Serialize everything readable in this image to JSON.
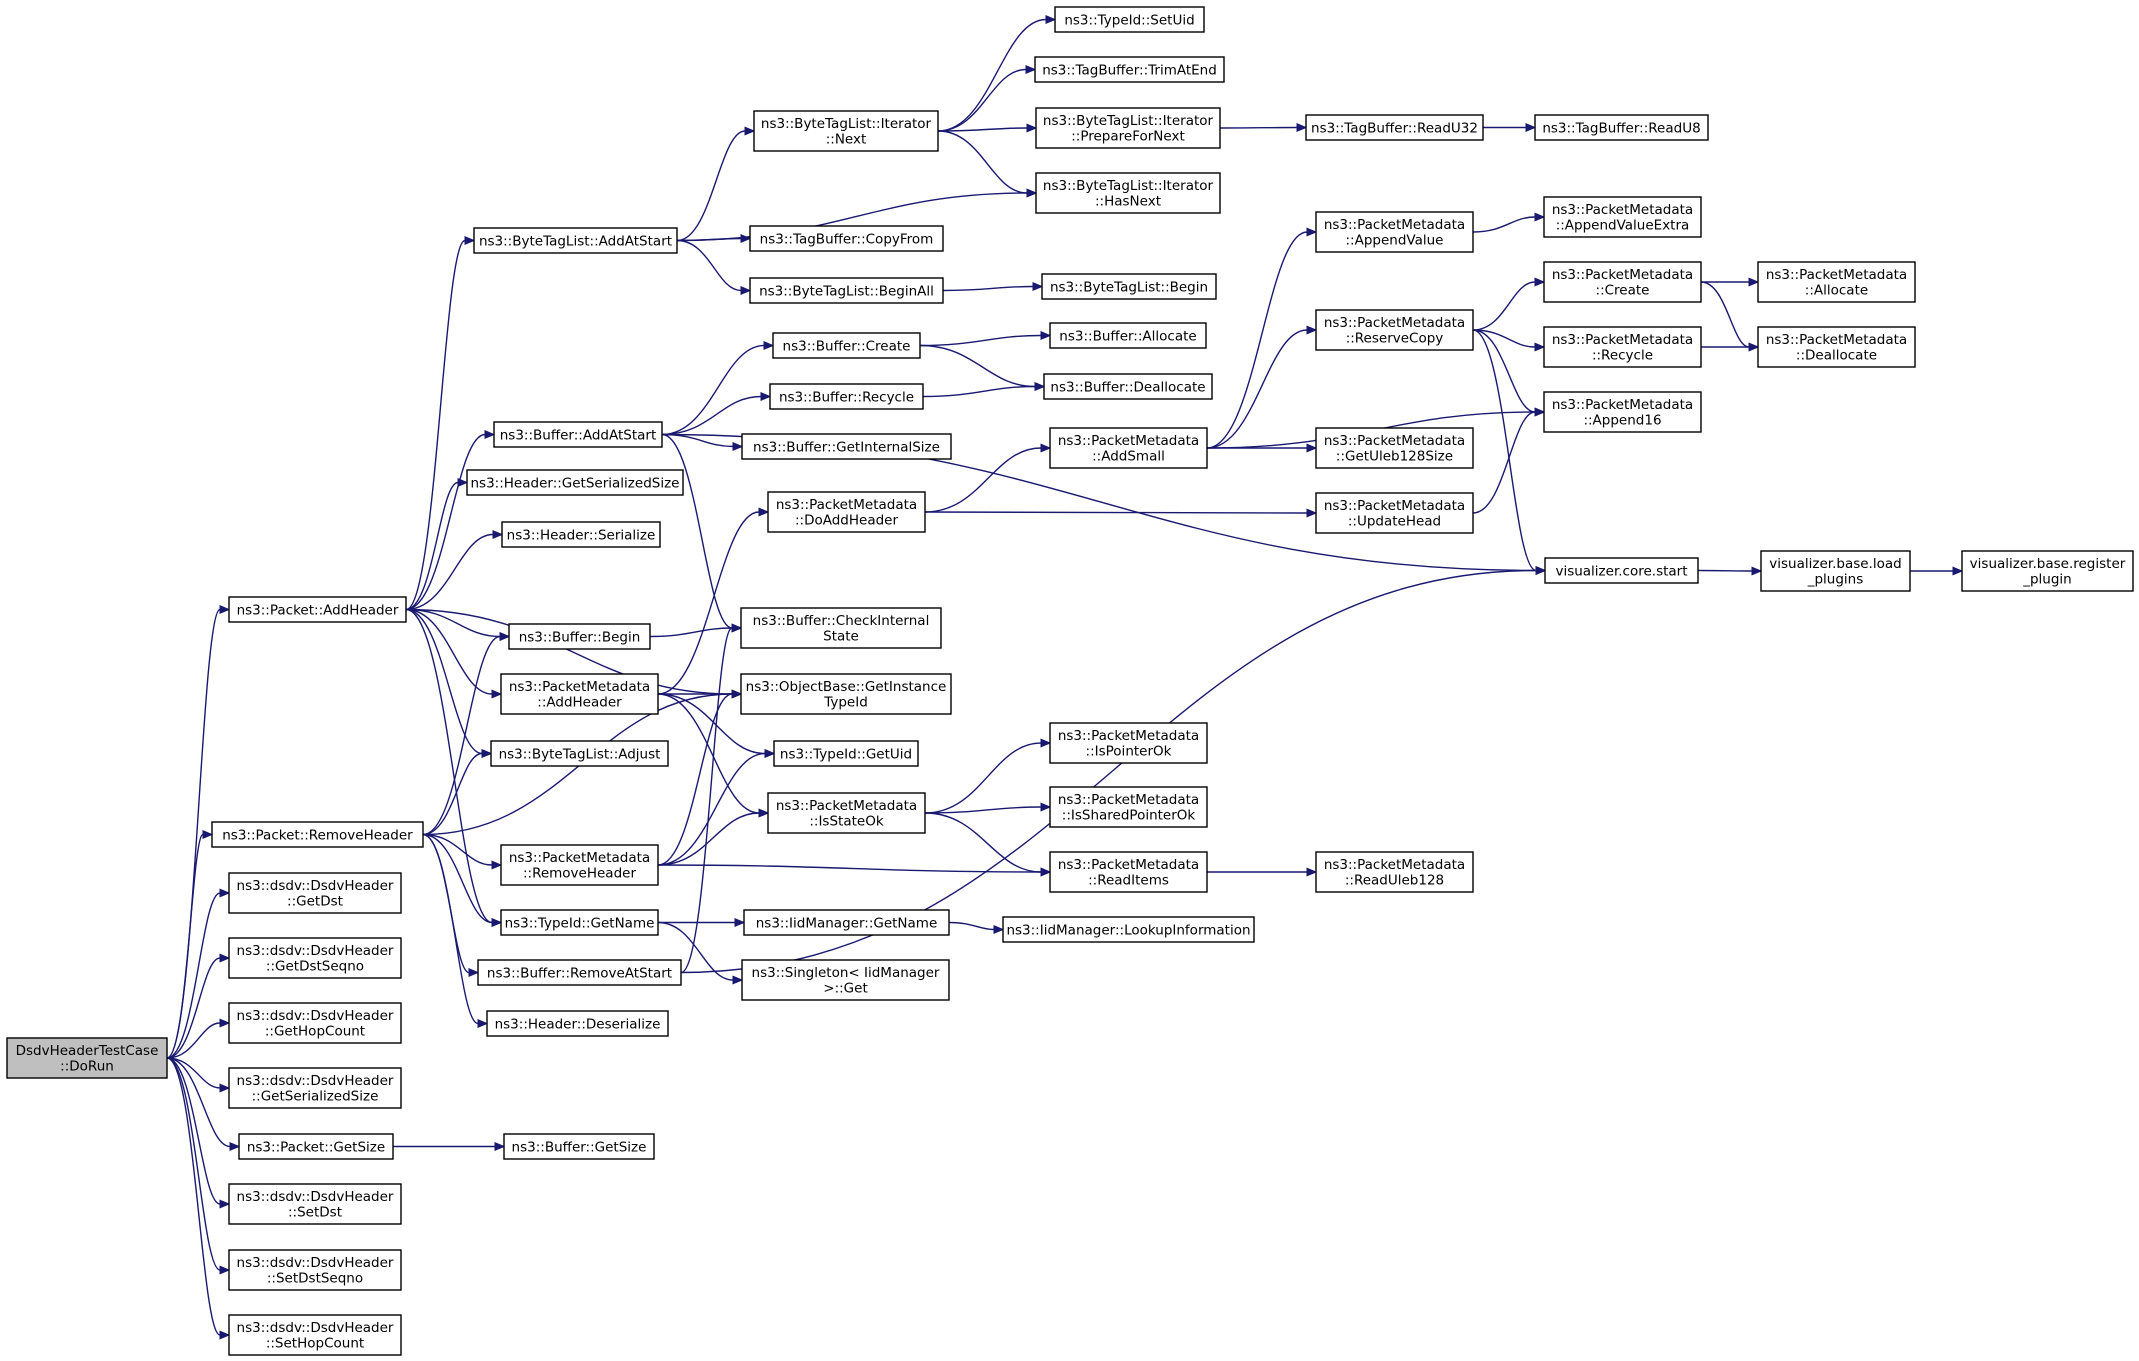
{
  "nodes": [
    {
      "id": "dorun",
      "lines": [
        "DsdvHeaderTestCase",
        "::DoRun"
      ],
      "root": true
    },
    {
      "id": "pkt_addheader",
      "lines": [
        "ns3::Packet::AddHeader"
      ]
    },
    {
      "id": "pkt_removeheader",
      "lines": [
        "ns3::Packet::RemoveHeader"
      ]
    },
    {
      "id": "getdst",
      "lines": [
        "ns3::dsdv::DsdvHeader",
        "::GetDst"
      ]
    },
    {
      "id": "getdstseqno",
      "lines": [
        "ns3::dsdv::DsdvHeader",
        "::GetDstSeqno"
      ]
    },
    {
      "id": "gethopcount",
      "lines": [
        "ns3::dsdv::DsdvHeader",
        "::GetHopCount"
      ]
    },
    {
      "id": "getserializedsize",
      "lines": [
        "ns3::dsdv::DsdvHeader",
        "::GetSerializedSize"
      ]
    },
    {
      "id": "pkt_getsize",
      "lines": [
        "ns3::Packet::GetSize"
      ]
    },
    {
      "id": "setdst",
      "lines": [
        "ns3::dsdv::DsdvHeader",
        "::SetDst"
      ]
    },
    {
      "id": "setdstseqno",
      "lines": [
        "ns3::dsdv::DsdvHeader",
        "::SetDstSeqno"
      ]
    },
    {
      "id": "sethopcount",
      "lines": [
        "ns3::dsdv::DsdvHeader",
        "::SetHopCount"
      ]
    },
    {
      "id": "btl_addatstart",
      "lines": [
        "ns3::ByteTagList::AddAtStart"
      ]
    },
    {
      "id": "buf_addatstart",
      "lines": [
        "ns3::Buffer::AddAtStart"
      ]
    },
    {
      "id": "hdr_getserializedsize",
      "lines": [
        "ns3::Header::GetSerializedSize"
      ]
    },
    {
      "id": "hdr_serialize",
      "lines": [
        "ns3::Header::Serialize"
      ]
    },
    {
      "id": "buf_begin",
      "lines": [
        "ns3::Buffer::Begin"
      ]
    },
    {
      "id": "pm_addheader",
      "lines": [
        "ns3::PacketMetadata",
        "::AddHeader"
      ]
    },
    {
      "id": "btl_adjust",
      "lines": [
        "ns3::ByteTagList::Adjust"
      ]
    },
    {
      "id": "pm_removeheader",
      "lines": [
        "ns3::PacketMetadata",
        "::RemoveHeader"
      ]
    },
    {
      "id": "typeid_getname",
      "lines": [
        "ns3::TypeId::GetName"
      ]
    },
    {
      "id": "buf_removeatstart",
      "lines": [
        "ns3::Buffer::RemoveAtStart"
      ]
    },
    {
      "id": "hdr_deserialize",
      "lines": [
        "ns3::Header::Deserialize"
      ]
    },
    {
      "id": "buf_getsize",
      "lines": [
        "ns3::Buffer::GetSize"
      ]
    },
    {
      "id": "btli_next",
      "lines": [
        "ns3::ByteTagList::Iterator",
        "::Next"
      ]
    },
    {
      "id": "tb_copyfrom",
      "lines": [
        "ns3::TagBuffer::CopyFrom"
      ]
    },
    {
      "id": "btl_beginall",
      "lines": [
        "ns3::ByteTagList::BeginAll"
      ]
    },
    {
      "id": "buf_create",
      "lines": [
        "ns3::Buffer::Create"
      ]
    },
    {
      "id": "buf_recycle",
      "lines": [
        "ns3::Buffer::Recycle"
      ]
    },
    {
      "id": "buf_getinternalsize",
      "lines": [
        "ns3::Buffer::GetInternalSize"
      ]
    },
    {
      "id": "pm_doaddheader",
      "lines": [
        "ns3::PacketMetadata",
        "::DoAddHeader"
      ]
    },
    {
      "id": "buf_checkinternalstate",
      "lines": [
        "ns3::Buffer::CheckInternal",
        "State"
      ]
    },
    {
      "id": "ob_getinstancetypeid",
      "lines": [
        "ns3::ObjectBase::GetInstance",
        "TypeId"
      ]
    },
    {
      "id": "typeid_getuid",
      "lines": [
        "ns3::TypeId::GetUid"
      ]
    },
    {
      "id": "pm_isstateok",
      "lines": [
        "ns3::PacketMetadata",
        "::IsStateOk"
      ]
    },
    {
      "id": "iid_getname",
      "lines": [
        "ns3::IidManager::GetName"
      ]
    },
    {
      "id": "singleton_get",
      "lines": [
        "ns3::Singleton< IidManager",
        ">::Get"
      ]
    },
    {
      "id": "typeid_setuid",
      "lines": [
        "ns3::TypeId::SetUid"
      ]
    },
    {
      "id": "tb_trimatend",
      "lines": [
        "ns3::TagBuffer::TrimAtEnd"
      ]
    },
    {
      "id": "btli_preparefornext",
      "lines": [
        "ns3::ByteTagList::Iterator",
        "::PrepareForNext"
      ]
    },
    {
      "id": "btli_hasnext",
      "lines": [
        "ns3::ByteTagList::Iterator",
        "::HasNext"
      ]
    },
    {
      "id": "btl_begin",
      "lines": [
        "ns3::ByteTagList::Begin"
      ]
    },
    {
      "id": "buf_allocate",
      "lines": [
        "ns3::Buffer::Allocate"
      ]
    },
    {
      "id": "buf_deallocate",
      "lines": [
        "ns3::Buffer::Deallocate"
      ]
    },
    {
      "id": "pm_addsmall",
      "lines": [
        "ns3::PacketMetadata",
        "::AddSmall"
      ]
    },
    {
      "id": "pm_ispointerok",
      "lines": [
        "ns3::PacketMetadata",
        "::IsPointerOk"
      ]
    },
    {
      "id": "pm_issharedpointerok",
      "lines": [
        "ns3::PacketMetadata",
        "::IsSharedPointerOk"
      ]
    },
    {
      "id": "pm_readitems",
      "lines": [
        "ns3::PacketMetadata",
        "::ReadItems"
      ]
    },
    {
      "id": "iid_lookupinformation",
      "lines": [
        "ns3::IidManager::LookupInformation"
      ]
    },
    {
      "id": "tb_readu32",
      "lines": [
        "ns3::TagBuffer::ReadU32"
      ]
    },
    {
      "id": "pm_appendvalue",
      "lines": [
        "ns3::PacketMetadata",
        "::AppendValue"
      ]
    },
    {
      "id": "pm_reservecopy",
      "lines": [
        "ns3::PacketMetadata",
        "::ReserveCopy"
      ]
    },
    {
      "id": "pm_getuleb128size",
      "lines": [
        "ns3::PacketMetadata",
        "::GetUleb128Size"
      ]
    },
    {
      "id": "pm_updatehead",
      "lines": [
        "ns3::PacketMetadata",
        "::UpdateHead"
      ]
    },
    {
      "id": "pm_readuleb128",
      "lines": [
        "ns3::PacketMetadata",
        "::ReadUleb128"
      ]
    },
    {
      "id": "tb_readu8",
      "lines": [
        "ns3::TagBuffer::ReadU8"
      ]
    },
    {
      "id": "pm_appendvalueextra",
      "lines": [
        "ns3::PacketMetadata",
        "::AppendValueExtra"
      ]
    },
    {
      "id": "pm_create",
      "lines": [
        "ns3::PacketMetadata",
        "::Create"
      ]
    },
    {
      "id": "pm_recycle",
      "lines": [
        "ns3::PacketMetadata",
        "::Recycle"
      ]
    },
    {
      "id": "pm_append16",
      "lines": [
        "ns3::PacketMetadata",
        "::Append16"
      ]
    },
    {
      "id": "vis_core_start",
      "lines": [
        "visualizer.core.start"
      ]
    },
    {
      "id": "pm_allocate",
      "lines": [
        "ns3::PacketMetadata",
        "::Allocate"
      ]
    },
    {
      "id": "pm_deallocate",
      "lines": [
        "ns3::PacketMetadata",
        "::Deallocate"
      ]
    },
    {
      "id": "vis_base_load_plugins",
      "lines": [
        "visualizer.base.load",
        "_plugins"
      ]
    },
    {
      "id": "vis_base_register_plugin",
      "lines": [
        "visualizer.base.register",
        "_plugin"
      ]
    }
  ],
  "edges": [
    [
      "dorun",
      "pkt_addheader"
    ],
    [
      "dorun",
      "pkt_removeheader"
    ],
    [
      "dorun",
      "getdst"
    ],
    [
      "dorun",
      "getdstseqno"
    ],
    [
      "dorun",
      "gethopcount"
    ],
    [
      "dorun",
      "getserializedsize"
    ],
    [
      "dorun",
      "pkt_getsize"
    ],
    [
      "dorun",
      "setdst"
    ],
    [
      "dorun",
      "setdstseqno"
    ],
    [
      "dorun",
      "sethopcount"
    ],
    [
      "pkt_addheader",
      "btl_addatstart"
    ],
    [
      "pkt_addheader",
      "buf_addatstart"
    ],
    [
      "pkt_addheader",
      "hdr_getserializedsize"
    ],
    [
      "pkt_addheader",
      "hdr_serialize"
    ],
    [
      "pkt_addheader",
      "buf_begin"
    ],
    [
      "pkt_addheader",
      "pm_addheader"
    ],
    [
      "pkt_addheader",
      "btl_adjust"
    ],
    [
      "pkt_addheader",
      "ob_getinstancetypeid"
    ],
    [
      "pkt_addheader",
      "typeid_getname"
    ],
    [
      "pkt_removeheader",
      "buf_begin"
    ],
    [
      "pkt_removeheader",
      "btl_adjust"
    ],
    [
      "pkt_removeheader",
      "ob_getinstancetypeid"
    ],
    [
      "pkt_removeheader",
      "pm_removeheader"
    ],
    [
      "pkt_removeheader",
      "typeid_getname"
    ],
    [
      "pkt_removeheader",
      "buf_removeatstart"
    ],
    [
      "pkt_removeheader",
      "hdr_deserialize"
    ],
    [
      "pkt_getsize",
      "buf_getsize"
    ],
    [
      "btl_addatstart",
      "btli_next"
    ],
    [
      "btl_addatstart",
      "btli_hasnext"
    ],
    [
      "btl_addatstart",
      "tb_copyfrom"
    ],
    [
      "btl_addatstart",
      "btl_beginall"
    ],
    [
      "buf_addatstart",
      "buf_create"
    ],
    [
      "buf_addatstart",
      "buf_recycle"
    ],
    [
      "buf_addatstart",
      "buf_getinternalsize"
    ],
    [
      "buf_addatstart",
      "buf_checkinternalstate"
    ],
    [
      "buf_addatstart",
      "vis_core_start"
    ],
    [
      "buf_begin",
      "buf_checkinternalstate"
    ],
    [
      "pm_addheader",
      "pm_doaddheader"
    ],
    [
      "pm_addheader",
      "ob_getinstancetypeid"
    ],
    [
      "pm_addheader",
      "typeid_getuid"
    ],
    [
      "pm_addheader",
      "pm_isstateok"
    ],
    [
      "pm_removeheader",
      "ob_getinstancetypeid"
    ],
    [
      "pm_removeheader",
      "typeid_getuid"
    ],
    [
      "pm_removeheader",
      "pm_isstateok"
    ],
    [
      "pm_removeheader",
      "pm_readitems"
    ],
    [
      "typeid_getname",
      "iid_getname"
    ],
    [
      "typeid_getname",
      "singleton_get"
    ],
    [
      "buf_removeatstart",
      "buf_checkinternalstate"
    ],
    [
      "buf_removeatstart",
      "vis_core_start"
    ],
    [
      "btli_next",
      "typeid_setuid"
    ],
    [
      "btli_next",
      "tb_trimatend"
    ],
    [
      "btli_next",
      "btli_preparefornext"
    ],
    [
      "btli_next",
      "btli_hasnext"
    ],
    [
      "btl_beginall",
      "btl_begin"
    ],
    [
      "buf_create",
      "buf_allocate"
    ],
    [
      "buf_create",
      "buf_deallocate"
    ],
    [
      "buf_recycle",
      "buf_deallocate"
    ],
    [
      "pm_doaddheader",
      "pm_addsmall"
    ],
    [
      "pm_doaddheader",
      "pm_updatehead"
    ],
    [
      "pm_isstateok",
      "pm_ispointerok"
    ],
    [
      "pm_isstateok",
      "pm_issharedpointerok"
    ],
    [
      "pm_isstateok",
      "pm_readitems"
    ],
    [
      "iid_getname",
      "iid_lookupinformation"
    ],
    [
      "btli_preparefornext",
      "tb_readu32"
    ],
    [
      "tb_readu32",
      "tb_readu8"
    ],
    [
      "pm_addsmall",
      "pm_appendvalue"
    ],
    [
      "pm_addsmall",
      "pm_reservecopy"
    ],
    [
      "pm_addsmall",
      "pm_append16"
    ],
    [
      "pm_addsmall",
      "pm_getuleb128size"
    ],
    [
      "pm_readitems",
      "pm_readuleb128"
    ],
    [
      "pm_appendvalue",
      "pm_appendvalueextra"
    ],
    [
      "pm_reservecopy",
      "pm_create"
    ],
    [
      "pm_reservecopy",
      "pm_recycle"
    ],
    [
      "pm_reservecopy",
      "pm_append16"
    ],
    [
      "pm_reservecopy",
      "vis_core_start"
    ],
    [
      "pm_updatehead",
      "pm_append16"
    ],
    [
      "pm_create",
      "pm_allocate"
    ],
    [
      "pm_create",
      "pm_deallocate"
    ],
    [
      "pm_recycle",
      "pm_deallocate"
    ],
    [
      "vis_core_start",
      "vis_base_load_plugins"
    ],
    [
      "vis_base_load_plugins",
      "vis_base_register_plugin"
    ]
  ],
  "colors": {
    "edge": "#191970",
    "node_border": "#000000",
    "root_fill": "#bfbfbf",
    "node_fill": "#ffffff"
  }
}
